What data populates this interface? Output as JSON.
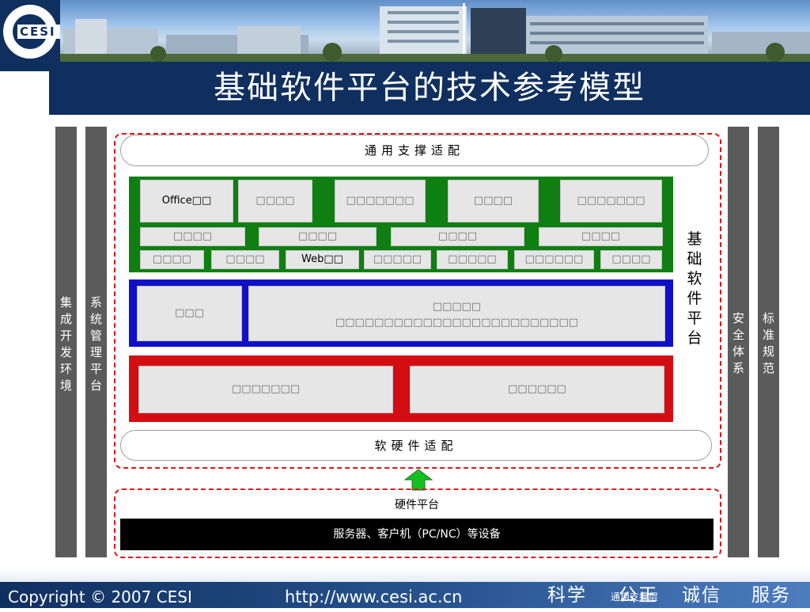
{
  "header": {
    "logo_text": "CESI",
    "title": "基础软件平台的技术参考模型"
  },
  "pillars": {
    "left_outer": [
      "集",
      "成",
      "开",
      "发",
      "环",
      "境"
    ],
    "left_inner": [
      "系",
      "统",
      "管",
      "理",
      "平",
      "台"
    ],
    "right_inner": [
      "安",
      "全",
      "体",
      "系"
    ],
    "right_outer": [
      "标",
      "准",
      "规",
      "范"
    ]
  },
  "platform_label": [
    "基",
    "础",
    "软",
    "件",
    "平",
    "台"
  ],
  "top_adapter": "通用支撑适配",
  "green_layer": {
    "row1": [
      "Office□□",
      "□□□□",
      "□□□□□□□",
      "□□□□",
      "□□□□□□□"
    ],
    "row2": [
      "□□□□",
      "□□□□",
      "□□□□",
      "□□□□"
    ],
    "row3": [
      "□□□□",
      "□□□□",
      "Web□□",
      "□□□□□",
      "□□□□□",
      "□□□□□□",
      "□□□□"
    ]
  },
  "blue_layer": {
    "left": "□□□",
    "right_line1": "□□□□□",
    "right_line2": "□□□□□□□□□□□□□□□□□□□□□□□□□"
  },
  "red_layer": {
    "left": "□□□□□□□",
    "right": "□□□□□□"
  },
  "bottom_adapter": "软硬件适配",
  "hardware": {
    "title": "硬件平台",
    "devices": "服务器、客户机（PC/NC）等设备"
  },
  "footer": {
    "copyright": "Copyright © 2007 CESI",
    "url": "http://www.cesi.ac.cn",
    "motto_part1": "科学",
    "overlay": "通用支撑层",
    "motto_part2": "公正",
    "motto_part3": "诚信",
    "motto_part4": "服务"
  },
  "colors": {
    "navy": "#0f2f5f",
    "green": "#0f7f12",
    "blue": "#1010c8",
    "red": "#d40d12",
    "pillar": "#5b5b5b",
    "dash": "#e0161b",
    "arrow": "#14c01f"
  }
}
